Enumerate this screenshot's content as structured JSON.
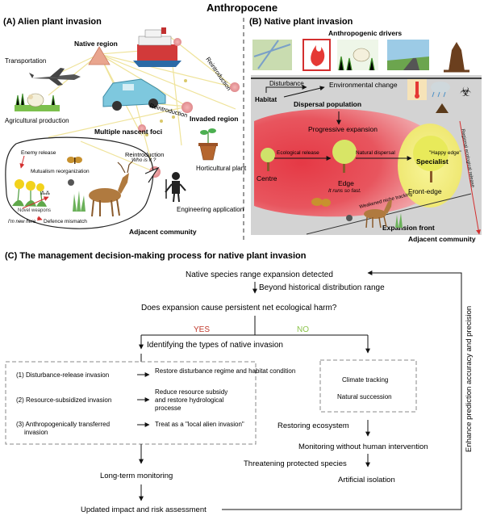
{
  "title": "Anthropocene",
  "panel_a": {
    "heading": "(A) Alien plant invasion",
    "native_region": "Native region",
    "transportation": "Transportation",
    "agricultural_production": "Agricultural production",
    "reintroduction_1": "Reintroduction",
    "reintroduction_2": "Reintroduction",
    "reintroduction_3": "Reintroduction",
    "multiple_nascent_foci": "Multiple nascent foci",
    "invaded_region": "Invaded region",
    "horticultural_plant": "Horticultural plant",
    "engineering_application": "Engineering application",
    "adjacent_community": "Adjacent community",
    "enemy_release": "Enemy release",
    "mutualism_reorganization": "Mutualism reorganization",
    "novel_weapons": "Novel weapons",
    "defence_mismatch": "Defence mismatch",
    "who_is_it": "Who is it ?",
    "im_new_here": "I'm new here."
  },
  "panel_b": {
    "heading": "(B) Native plant invasion",
    "anthropogenic_drivers": "Anthropogenic drivers",
    "disturbance": "Disturbance",
    "habitat": "Habitat",
    "environmental_change": "Environmental change",
    "dispersal_population": "Dispersal population",
    "progressive_expansion": "Progressive expansion",
    "ecological_release": "Ecological release",
    "natural_dispersal": "Natural dispersal",
    "happy_edge": "\"Happy edge\"",
    "specialist": "Specialist",
    "centre": "Centre",
    "edge": "Edge",
    "front_edge": "Front-edge",
    "weakened_niche_tracking": "Weakened niche tracking",
    "it_runs_so_fast": "It runs so fast.",
    "expansion_front": "Expansion front",
    "regional_ecological_release": "Regional ecological release",
    "adjacent_community": "Adjacent community"
  },
  "panel_c": {
    "heading": "(C) The management decision-making process for native plant invasion",
    "detected": "Native species range expansion detected",
    "beyond": "Beyond historical distribution range",
    "question": "Does expansion cause persistent net ecological harm?",
    "yes": "YES",
    "no": "NO",
    "identifying": "Identifying the types of native invasion",
    "type1": "(1) Disturbance-release invasion",
    "action1": "Restore disturbance regime and habitat condition",
    "type2": "(2) Resource-subsidized invasion",
    "action2_l1": "Reduce resource subsidy",
    "action2_l2": "and restore hydrological",
    "action2_l3": "processe",
    "type3_l1": "(3) Anthropogenically transferred",
    "type3_l2": "invasion",
    "action3": "Treat as a \"local alien invasion\"",
    "climate_tracking": "Climate tracking",
    "natural_succession": "Natural succession",
    "restoring": "Restoring ecosystem",
    "monitoring_without": "Monitoring without human intervention",
    "threatening": "Threatening protected species",
    "artificial_isolation": "Artificial isolation",
    "long_term": "Long-term monitoring",
    "updated": "Updated impact and risk assessment",
    "enhance": "Enhance prediction accuracy and precision"
  },
  "colors": {
    "yes": "#c0392b",
    "no": "#8bc34a",
    "panel_b_bg": "#d3d3d3",
    "red_zone": "#e0303a",
    "yellow_zone": "#f3f07a",
    "line_yellow": "#efe39a",
    "line_red": "#e53935"
  }
}
